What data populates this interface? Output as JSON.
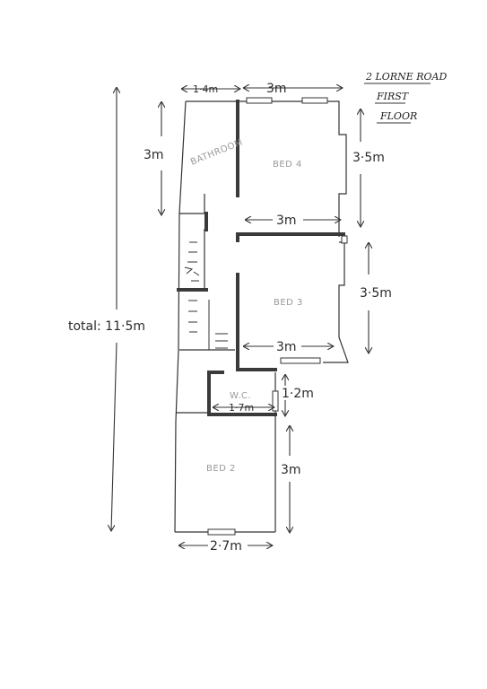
{
  "title": {
    "line1": "2 LORNE ROAD",
    "line2": "FIRST",
    "line3": "FLOOR"
  },
  "rooms": {
    "bathroom": "BATHROOM",
    "bed4": "BED 4",
    "bed3": "BED 3",
    "wc": "W.C.",
    "bed2": "BED 2"
  },
  "dimensions": {
    "top_left": "1·4m",
    "top_right": "3m",
    "bathroom_height": "3m",
    "bed4_height": "3·5m",
    "bed4_width": "3m",
    "bed3_height": "3·5m",
    "bed3_width": "3m",
    "wc_height": "1·2m",
    "wc_width": "1·7m",
    "bed2_height": "3m",
    "bed2_width": "2·7m",
    "total": "total: 11·5m"
  }
}
